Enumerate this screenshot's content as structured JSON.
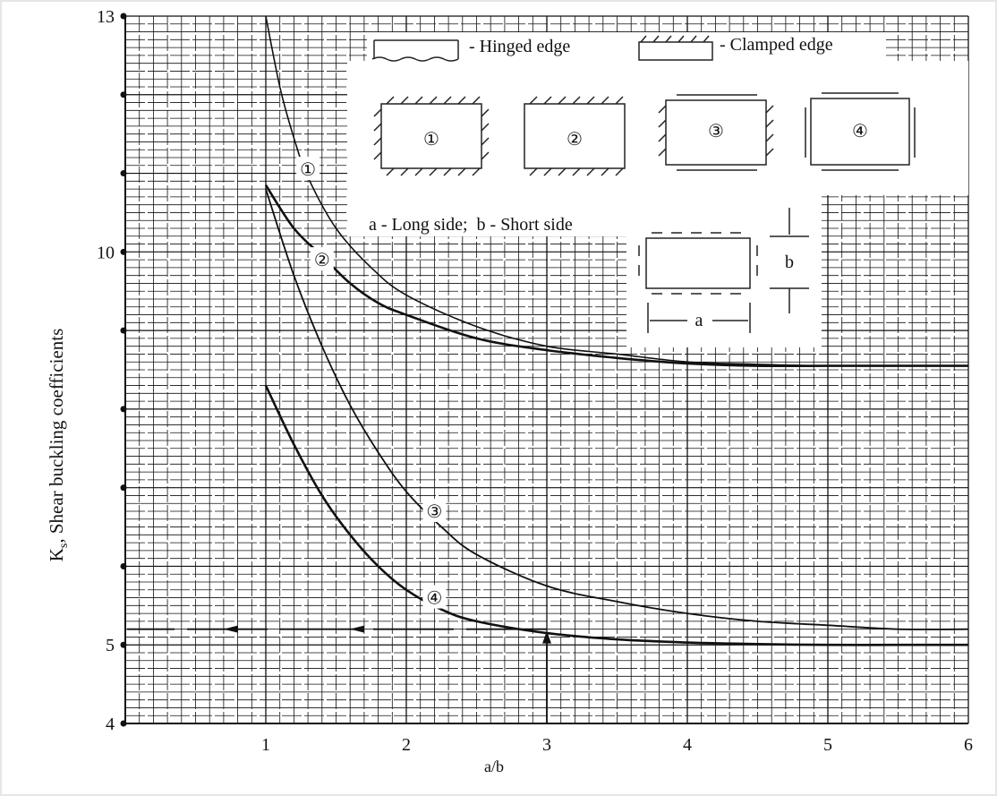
{
  "chart_data": {
    "type": "line",
    "xlabel": "a/b",
    "ylabel": "K",
    "ylabel_sub": "s",
    "ylabel_rest": ", Shear buckling coefficients",
    "x_ticks": [
      1,
      2,
      3,
      4,
      5,
      6
    ],
    "y_ticks": [
      4,
      5,
      10,
      13
    ],
    "xlim": [
      0,
      6
    ],
    "ylim": [
      4,
      13
    ],
    "grid": true,
    "series": [
      {
        "name": "①",
        "x": [
          1.0,
          1.1,
          1.2,
          1.3,
          1.5,
          1.75,
          2.0,
          2.5,
          3.0,
          3.5,
          4.0,
          4.5,
          5.0,
          5.5,
          6.0
        ],
        "y": [
          13.0,
          12.1,
          11.45,
          10.95,
          10.3,
          9.8,
          9.45,
          9.05,
          8.8,
          8.7,
          8.6,
          8.57,
          8.55,
          8.55,
          8.55
        ]
      },
      {
        "name": "②",
        "x": [
          1.0,
          1.2,
          1.4,
          1.6,
          1.8,
          2.0,
          2.5,
          3.0,
          3.5,
          4.0,
          4.5,
          5.0,
          5.5,
          6.0
        ],
        "y": [
          10.85,
          10.3,
          9.95,
          9.6,
          9.35,
          9.2,
          8.9,
          8.75,
          8.65,
          8.58,
          8.55,
          8.55,
          8.55,
          8.55
        ]
      },
      {
        "name": "③",
        "x": [
          1.0,
          1.2,
          1.4,
          1.6,
          1.8,
          2.0,
          2.25,
          2.5,
          3.0,
          3.5,
          4.0,
          4.5,
          5.0,
          5.5,
          6.0
        ],
        "y": [
          10.8,
          9.7,
          8.8,
          8.05,
          7.45,
          6.95,
          6.5,
          6.15,
          5.75,
          5.55,
          5.4,
          5.3,
          5.25,
          5.2,
          5.2
        ]
      },
      {
        "name": "④",
        "x": [
          1.0,
          1.2,
          1.4,
          1.6,
          1.8,
          2.0,
          2.25,
          2.5,
          3.0,
          3.5,
          4.0,
          4.5,
          5.0,
          5.5,
          6.0
        ],
        "y": [
          8.3,
          7.55,
          6.9,
          6.4,
          6.0,
          5.7,
          5.45,
          5.3,
          5.15,
          5.07,
          5.03,
          5.01,
          5.0,
          5.0,
          5.0
        ]
      }
    ],
    "annotations": [
      {
        "kind": "reference-arrow",
        "from_x": 3.0,
        "to_y": 5.2
      }
    ],
    "legend": {
      "hinged_label": "- Hinged edge",
      "clamped_label": "- Clamped edge",
      "panel_labels": [
        "①",
        "②",
        "③",
        "④"
      ],
      "definition": "a - Long side;  b - Short side",
      "dim_a": "a",
      "dim_b": "b"
    }
  }
}
